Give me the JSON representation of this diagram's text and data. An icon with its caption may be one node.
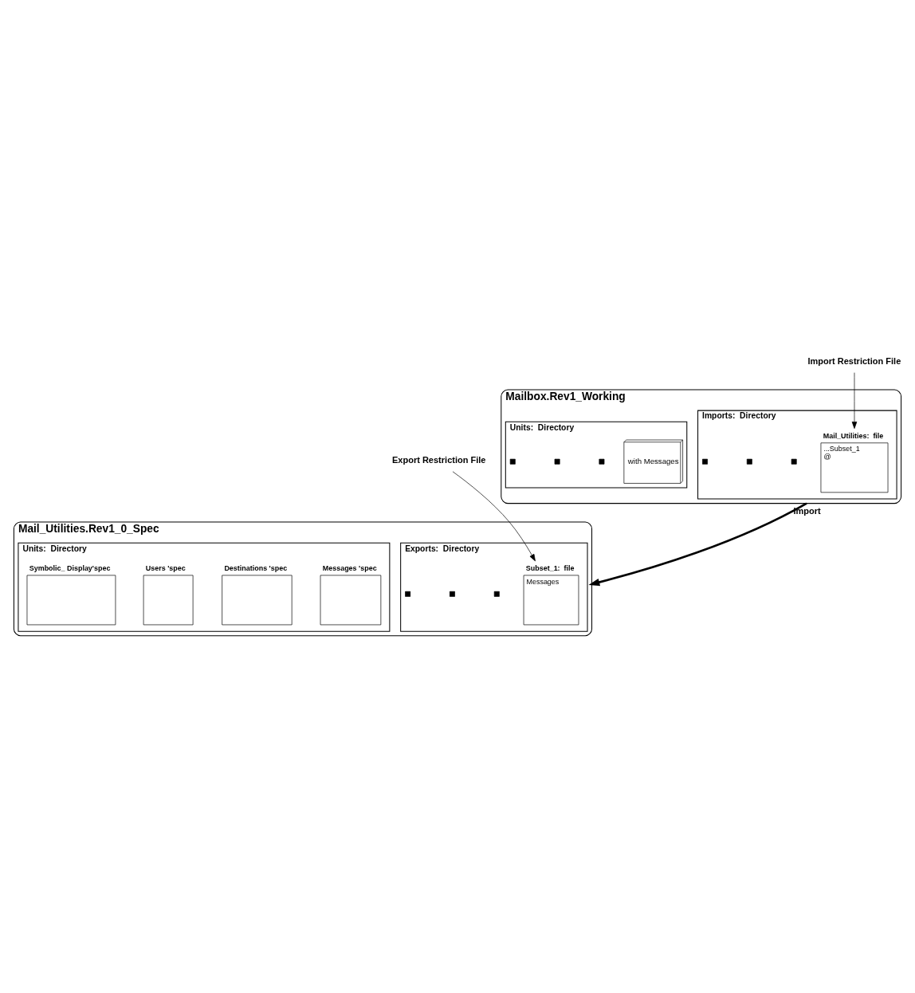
{
  "diagram": {
    "nodes": [
      {
        "text": [
          "Mailbox.Rev1_Working"
        ]
      },
      {
        "text": [
          "Imports:  Directory"
        ],
        "in": 0
      },
      {
        "text": [
          "Mail_Utilities:  file",
          "...Subset_1",
          "@"
        ],
        "in": 1
      },
      {
        "text": [
          "Units:  Directory"
        ],
        "in": 0
      },
      {
        "text": [
          "with Messages"
        ],
        "in": 3
      },
      {
        "text": [
          "Import Restriction File"
        ]
      },
      {
        "text": [
          "Mail_Utilities.Rev1_0_Spec"
        ]
      },
      {
        "text": [
          "Exports:  Directory"
        ],
        "in": 6
      },
      {
        "text": [
          "Subset_1:  file",
          "Messages"
        ],
        "in": 7
      },
      {
        "text": [
          "Units:  Directory"
        ],
        "in": 6
      },
      {
        "text": [
          "Messages 'spec"
        ],
        "in": 9
      },
      {
        "text": [
          "Destinations 'spec"
        ],
        "in": 9
      },
      {
        "text": [
          "Users 'spec"
        ],
        "in": 9
      },
      {
        "text": [
          "Symbolic_ Display'spec"
        ],
        "in": 9
      },
      {
        "text": [
          "Export Restriction File"
        ]
      }
    ],
    "edges": [
      {
        "from": 5,
        "to": 2,
        "arrow": "to"
      },
      {
        "from": 0,
        "to": 6,
        "arrow": "to",
        "label": "Import",
        "style": "thick"
      },
      {
        "from": 14,
        "to": 8,
        "arrow": "to"
      }
    ]
  }
}
